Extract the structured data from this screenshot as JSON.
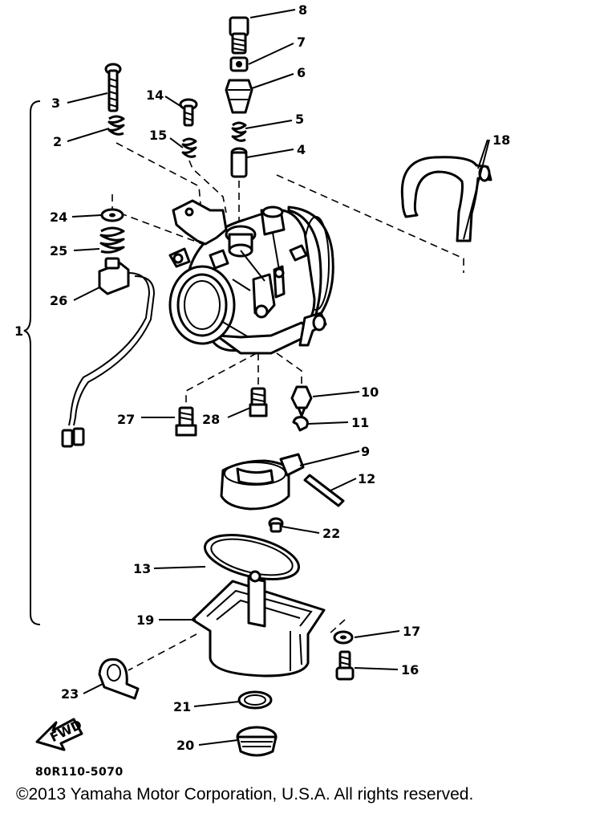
{
  "diagram": {
    "callouts": [
      "1",
      "2",
      "3",
      "4",
      "5",
      "6",
      "7",
      "8",
      "9",
      "10",
      "11",
      "12",
      "13",
      "14",
      "15",
      "16",
      "17",
      "18",
      "19",
      "20",
      "21",
      "22",
      "23",
      "24",
      "25",
      "26",
      "27",
      "28"
    ],
    "fwd_label": "FWD",
    "code": "80R110-5070",
    "copyright": "©2013 Yamaha Motor Corporation, U.S.A. All rights reserved."
  }
}
